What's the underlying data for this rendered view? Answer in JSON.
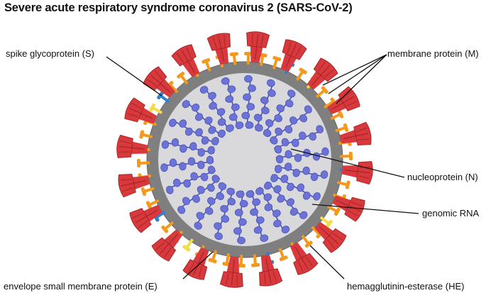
{
  "title": "Severe acute respiratory syndrome coronavirus 2 (SARS-CoV-2)",
  "labels": {
    "spike": "spike glycoprotein (S)",
    "membrane": "membrane protein (M)",
    "nucleoprotein": "nucleoprotein (N)",
    "rna": "genomic RNA",
    "envelope": "envelope small membrane protein (E)",
    "he": "hemagglutinin-esterase (HE)"
  },
  "colors": {
    "spike": "#d8393c",
    "spike_dark": "#a92427",
    "membrane_protein": "#f39a1e",
    "envelope_protein": "#f3dc4a",
    "he_protein": "#2f7fcf",
    "membrane": "#7f7f7f",
    "interior": "#d9d9dc",
    "nucleoprotein": "#6b73d6",
    "nucleoprotein_dark": "#4a52b5"
  }
}
